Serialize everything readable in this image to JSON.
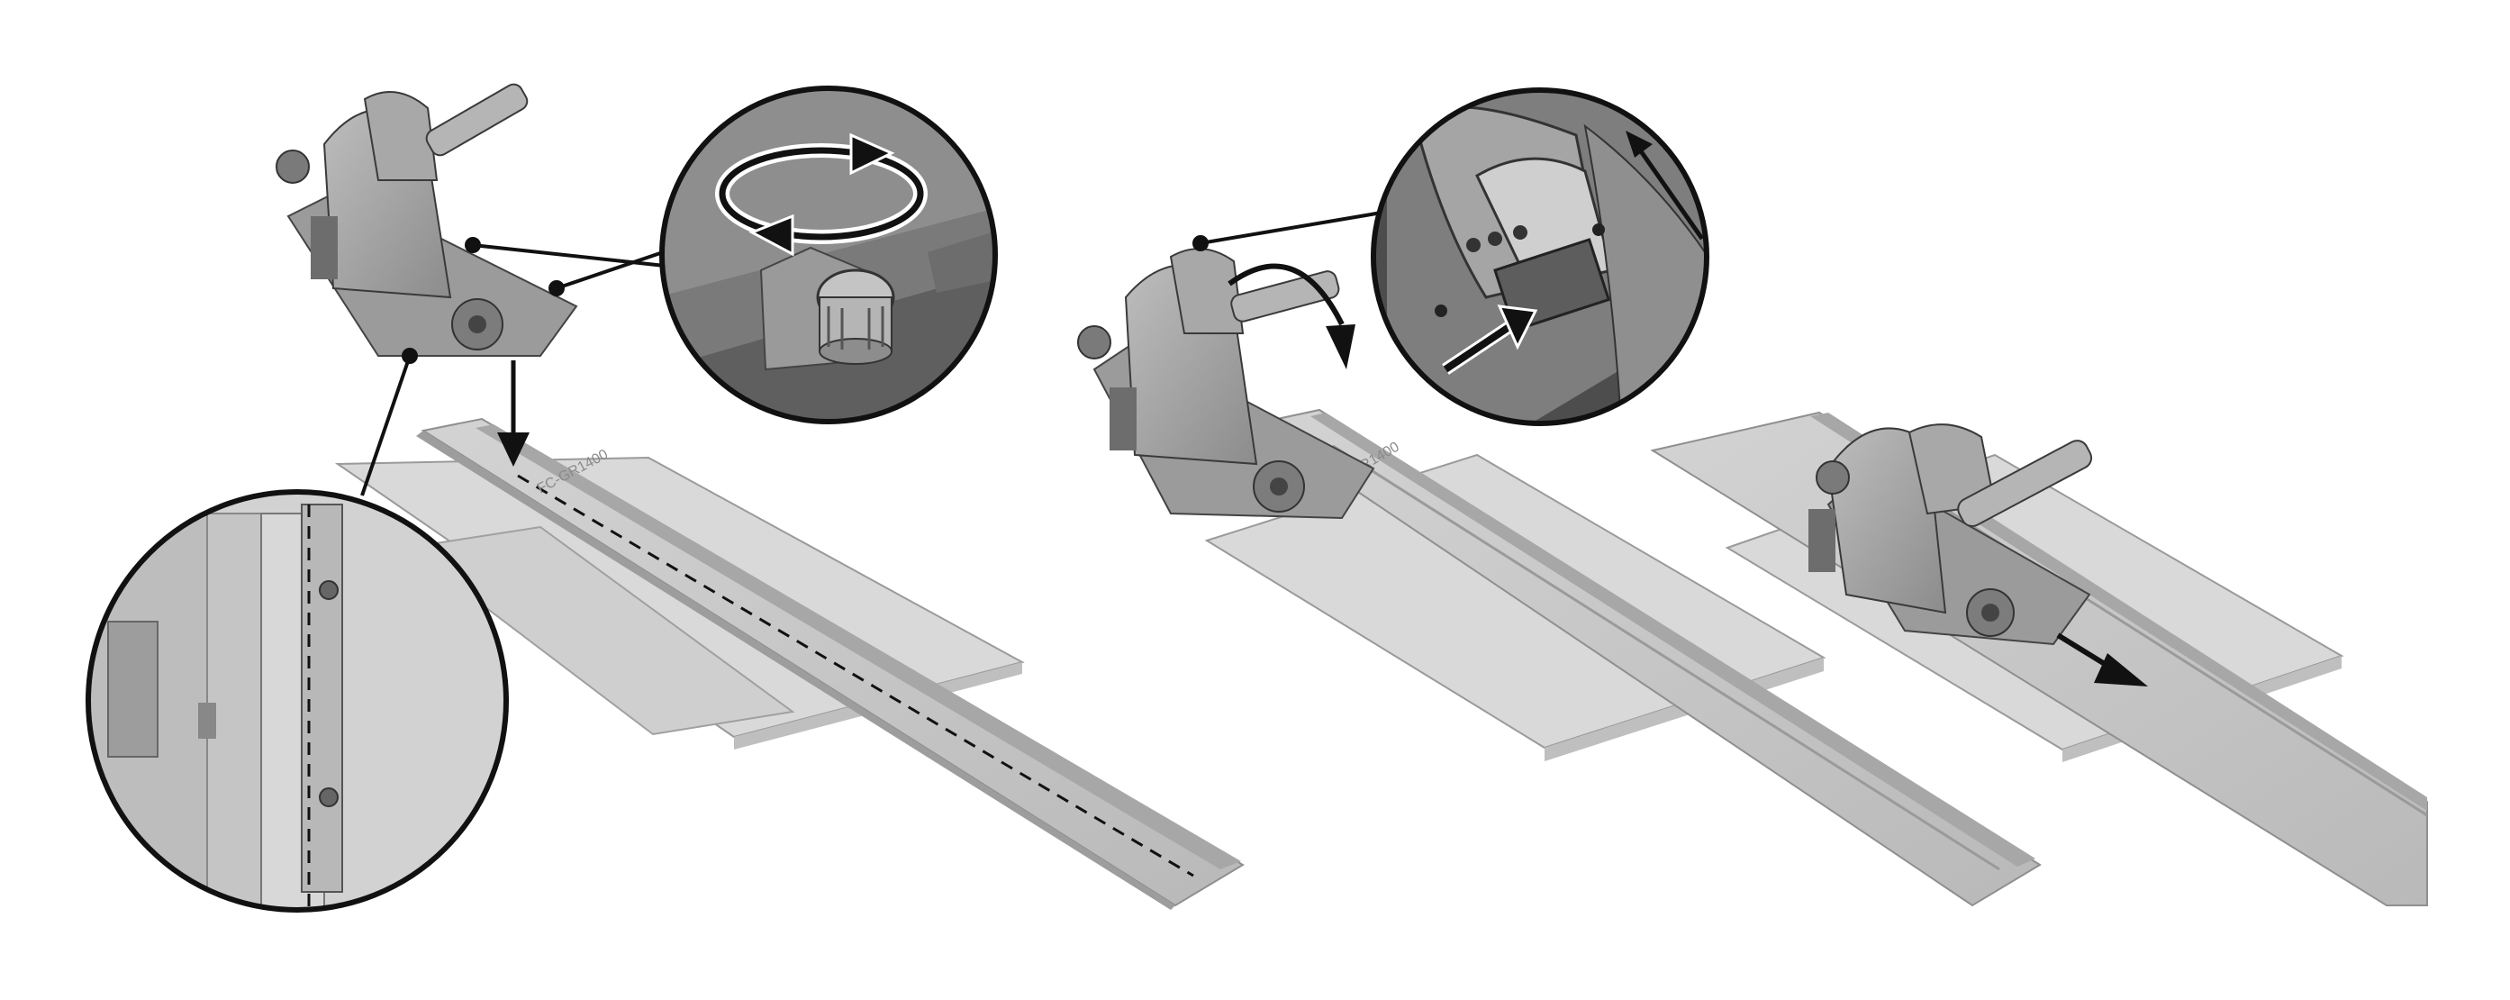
{
  "figure": {
    "steps": [
      {
        "id": "step-1",
        "actions": [
          "rotate-adjuster",
          "place-saw-on-rail"
        ]
      },
      {
        "id": "step-2",
        "actions": [
          "press-plunge-release",
          "tilt-saw-forward"
        ]
      },
      {
        "id": "step-3",
        "actions": [
          "push-saw-along-rail"
        ]
      }
    ],
    "rail_marking": "FC-GR1400",
    "palette": {
      "background": "#ffffff",
      "rail_light": "#cfcfcf",
      "rail_mid": "#b7b7b7",
      "rail_dark": "#8f8f8f",
      "workpiece": "#d9d9d9",
      "saw_body": "#a9a9a9",
      "saw_dark": "#6d6d6d",
      "outline": "#1a1a1a"
    },
    "icons": [
      "rotate-arrows-icon",
      "down-arrow-icon",
      "curved-arrow-icon",
      "push-arrow-icon",
      "direction-arrow-icon"
    ]
  }
}
